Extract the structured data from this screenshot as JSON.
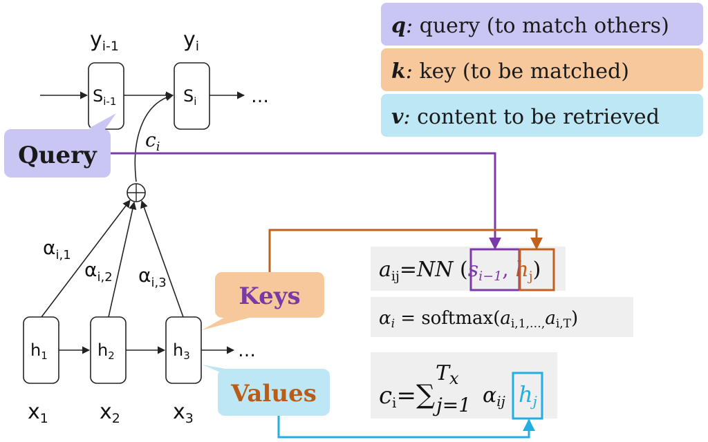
{
  "legend": {
    "query": {
      "key": "q",
      "sep": ":",
      "text": "query (to match others)",
      "color": "#c9c6f3"
    },
    "key": {
      "key": "k",
      "sep": ":",
      "text": "key (to be matched)",
      "color": "#f6c89c"
    },
    "value": {
      "key": "v",
      "sep": ":",
      "text": "content to be retrieved",
      "color": "#bde7f5"
    }
  },
  "decoder": {
    "outputs": [
      {
        "base": "y",
        "sub": "i-1"
      },
      {
        "base": "y",
        "sub": "i"
      }
    ],
    "states": [
      {
        "base": "S",
        "sub": "i-1"
      },
      {
        "base": "S",
        "sub": "i"
      }
    ],
    "ellipsis": "…",
    "context": {
      "base": "c",
      "sub": "i"
    }
  },
  "encoder": {
    "states": [
      {
        "base": "h",
        "sub": "1"
      },
      {
        "base": "h",
        "sub": "2"
      },
      {
        "base": "h",
        "sub": "3"
      }
    ],
    "inputs": [
      {
        "base": "x",
        "sub": "1"
      },
      {
        "base": "x",
        "sub": "2"
      },
      {
        "base": "x",
        "sub": "3"
      }
    ],
    "weights": [
      {
        "base": "α",
        "sub": "i,1"
      },
      {
        "base": "α",
        "sub": "i,2"
      },
      {
        "base": "α",
        "sub": "i,3"
      }
    ],
    "ellipsis": "…",
    "sum_symbol": "⊕"
  },
  "callouts": {
    "query": {
      "label": "Query",
      "color": "#c9c6f3",
      "text_color": "#1a1a1a"
    },
    "keys": {
      "label": "Keys",
      "color": "#f6c89c",
      "text_color": "#7a3aa6"
    },
    "values": {
      "label": "Values",
      "color": "#bde7f5",
      "text_color": "#b85c18"
    }
  },
  "formulas": {
    "score": {
      "lhs": "a",
      "lhs_sub": "ij",
      "eq": "=",
      "func": "NN",
      "open": "(",
      "arg1": "s",
      "arg1_sub": "i−1",
      "comma": ",",
      "arg2": "h",
      "arg2_sub": "j",
      "close": ")"
    },
    "softmax": {
      "lhs": "α",
      "lhs_sub": "i",
      "eq": " = softmax(",
      "a1": "a",
      "a1_sub": "i,1,…,",
      "a2": "a",
      "a2_sub": "i,T",
      "close": ")"
    },
    "context": {
      "lhs": "c",
      "lhs_sub": "i",
      "eq": "=",
      "sum": "∑",
      "sum_sub": "j=1",
      "sum_sup": "T",
      "sum_sup_sub": "x",
      "w": "α",
      "w_sub": "ij",
      "h": "h",
      "h_sub": "j"
    }
  },
  "colors": {
    "purple": "#7b3aa6",
    "orange": "#c0601c",
    "cyan": "#22aee0",
    "gray_box": "#efefef"
  }
}
